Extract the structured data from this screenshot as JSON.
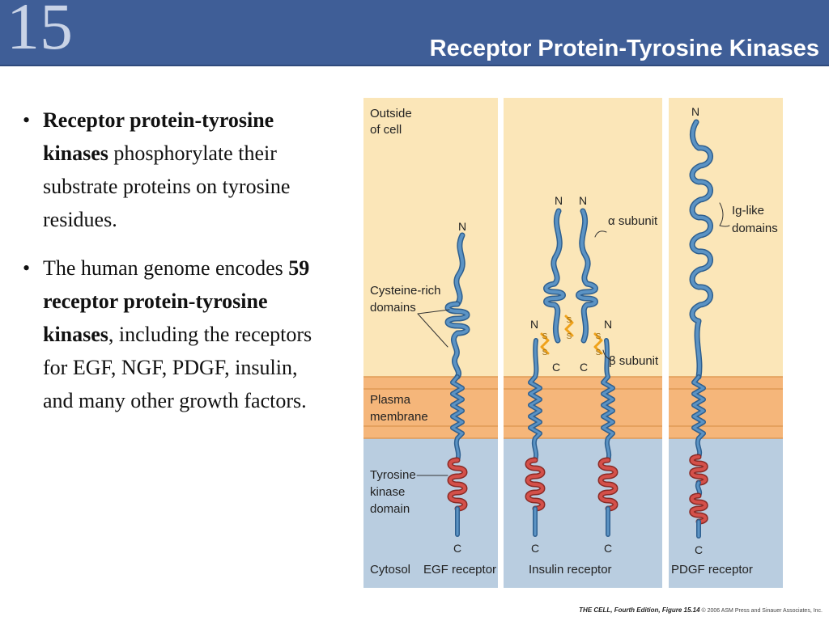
{
  "header": {
    "chapter_number": "15",
    "title": "Receptor Protein-Tyrosine Kinases"
  },
  "bullets": {
    "b1_bold": "Receptor protein-tyrosine kinases",
    "b1_text": " phosphorylate their substrate proteins on tyrosine residues.",
    "b2_text1": "The human genome encodes ",
    "b2_bold": "59 receptor protein-tyrosine kinases",
    "b2_text2": ", including the receptors for EGF, NGF, PDGF, insulin, and many other growth factors."
  },
  "figure": {
    "outside_label_1": "Outside",
    "outside_label_2": "of cell",
    "cysteine_label_1": "Cysteine-rich",
    "cysteine_label_2": "domains",
    "plasma_label_1": "Plasma",
    "plasma_label_2": "membrane",
    "tk_label_1": "Tyrosine",
    "tk_label_2": "kinase",
    "tk_label_3": "domain",
    "cytosol_label": "Cytosol",
    "alpha_label": "α subunit",
    "beta_label": "β subunit",
    "ig_label_1": "Ig-like",
    "ig_label_2": "domains",
    "n_label": "N",
    "c_label": "C",
    "s_label": "S",
    "egf_caption": "EGF receptor",
    "insulin_caption": "Insulin receptor",
    "pdgf_caption": "PDGF receptor",
    "colors": {
      "extracellular": "#fbe6b8",
      "membrane": "#f5b67a",
      "cytosol": "#b9cde0",
      "chain": "#4f86b8",
      "kinase": "#c9443d",
      "disulfide": "#f0a21a"
    }
  },
  "credit": {
    "book": "THE CELL, Fourth Edition,",
    "figure": " Figure 15.14",
    "copyright": " © 2006 ASM Press and Sinauer Associates, Inc."
  }
}
